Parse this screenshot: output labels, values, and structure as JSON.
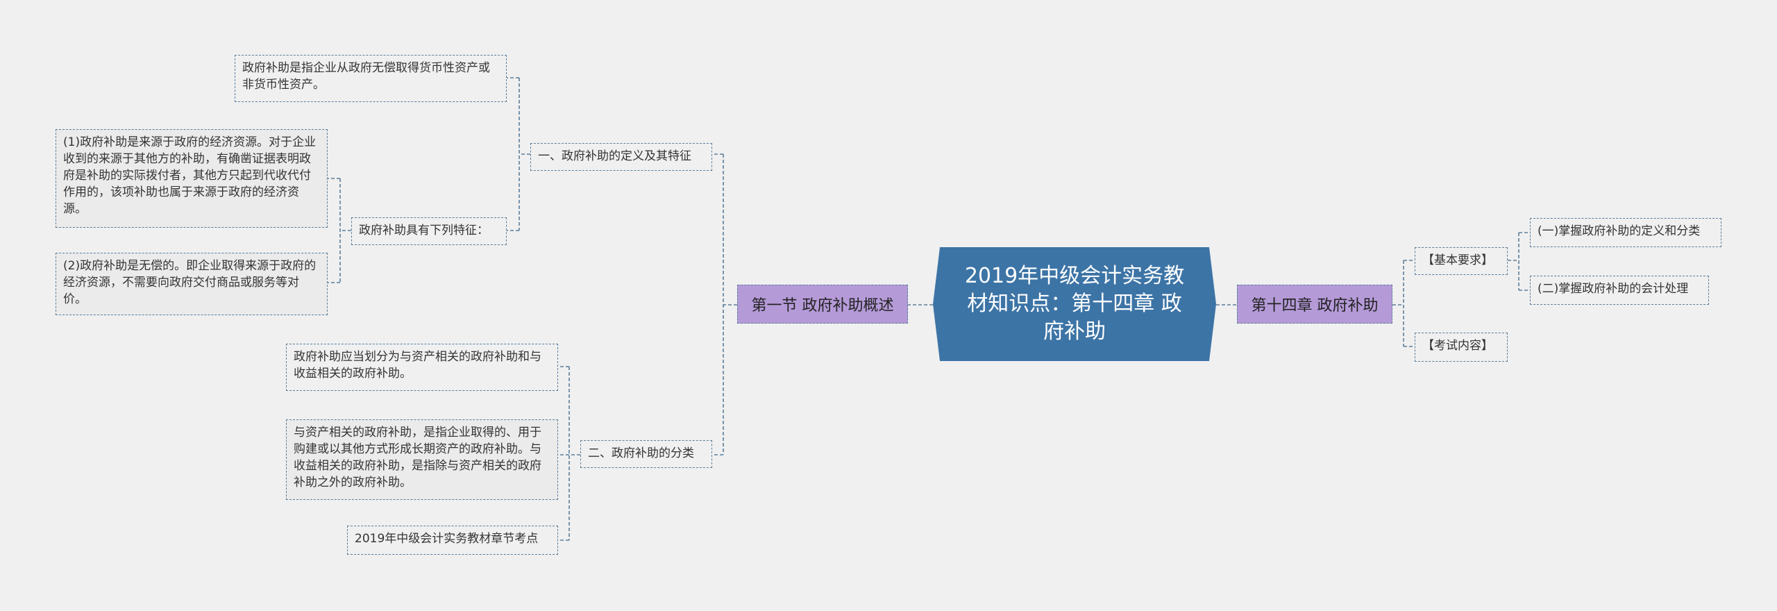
{
  "root": {
    "title": "2019年中级会计实务教材知识点：第十四章 政府补助"
  },
  "left": {
    "section": "第一节 政府补助概述",
    "def": {
      "label": "一、政府补助的定义及其特征",
      "definition": "政府补助是指企业从政府无偿取得货币性资产或非货币性资产。",
      "features_label": "政府补助具有下列特征：",
      "feature1": "(1)政府补助是来源于政府的经济资源。对于企业收到的来源于其他方的补助，有确凿证据表明政府是补助的实际拨付者，其他方只起到代收代付作用的，该项补助也属于来源于政府的经济资源。",
      "feature2": "(2)政府补助是无偿的。即企业取得来源于政府的经济资源，不需要向政府交付商品或服务等对价。"
    },
    "cls": {
      "label": "二、政府补助的分类",
      "c1": "政府补助应当划分为与资产相关的政府补助和与收益相关的政府补助。",
      "c2": "与资产相关的政府补助，是指企业取得的、用于购建或以其他方式形成长期资产的政府补助。与收益相关的政府补助，是指除与资产相关的政府补助之外的政府补助。",
      "c3": "2019年中级会计实务教材章节考点"
    }
  },
  "right": {
    "chapter": "第十四章 政府补助",
    "basic": "【基本要求】",
    "basic_items": [
      "(一)掌握政府补助的定义和分类",
      "(二)掌握政府补助的会计处理"
    ],
    "exam": "【考试内容】"
  },
  "colors": {
    "root": "#3d74a6",
    "section": "#b59ad8",
    "line": "#5a7d9a",
    "background": "#f0f0f0"
  }
}
